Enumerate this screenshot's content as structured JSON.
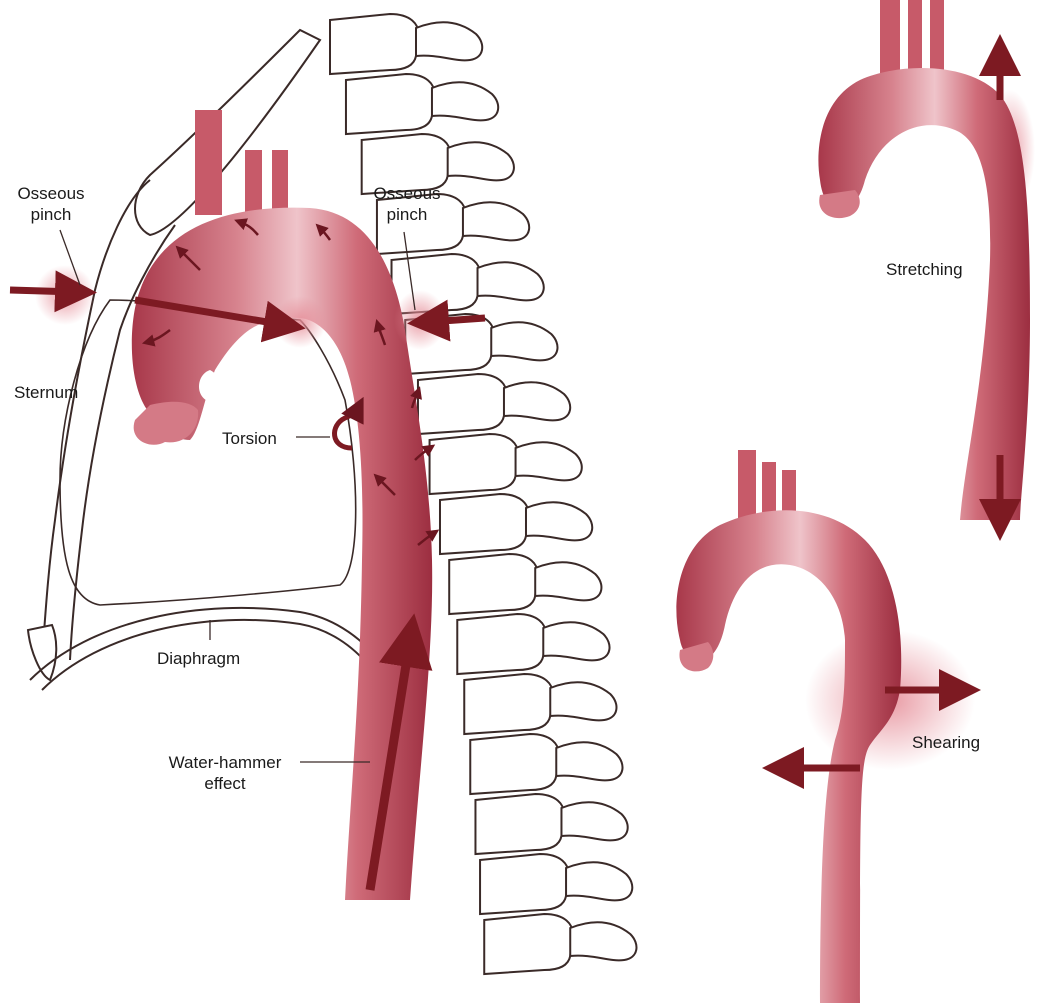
{
  "labels": {
    "osseous_pinch_left": [
      "Osseous",
      "pinch"
    ],
    "osseous_pinch_right": [
      "Osseous",
      "pinch"
    ],
    "sternum": "Sternum",
    "torsion": "Torsion",
    "diaphragm": "Diaphragm",
    "water_hammer": [
      "Water-hammer",
      "effect"
    ],
    "stretching": "Stretching",
    "shearing": "Shearing"
  },
  "colors": {
    "aorta_dark": "#a8384a",
    "aorta_mid": "#cf6b78",
    "aorta_light": "#efc4ca",
    "arrow": "#7d1a22",
    "bone_stroke": "#3a2a28",
    "glow": "#e58a95"
  }
}
